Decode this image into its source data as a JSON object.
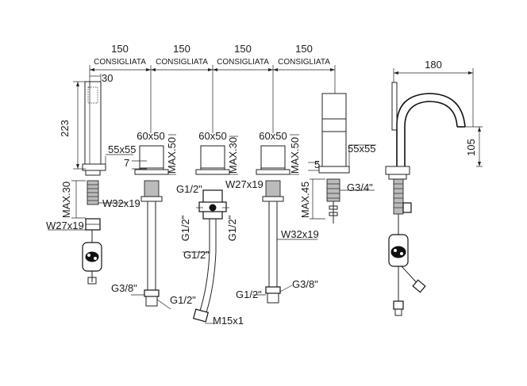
{
  "top_dims": [
    {
      "value": "150",
      "note": "CONSIGLIATA"
    },
    {
      "value": "150",
      "note": "CONSIGLIATA"
    },
    {
      "value": "150",
      "note": "CONSIGLIATA"
    },
    {
      "value": "150",
      "note": "CONSIGLIATA"
    }
  ],
  "spout": {
    "width": "180",
    "height": "105"
  },
  "handshower": {
    "diameter": "30",
    "height": "223",
    "plate": "55x55",
    "offset": "7",
    "max": "MAX.30",
    "thread_main": "W32x19",
    "thread_nut": "W27x19",
    "hose_end": "G3/8\""
  },
  "valves": {
    "left": {
      "plate": "60x50",
      "max": "MAX.50",
      "inlet": "G1/2\""
    },
    "middle": {
      "plate": "60x50",
      "max": "MAX.30",
      "thread": "W27x19",
      "thread_top": "G1/2\"",
      "side_left": "G1/2\"",
      "side_right": "G1/2\"",
      "below": "G1/2\"",
      "hose_end": "M15x1"
    },
    "right": {
      "plate": "60x50",
      "max": "MAX.50",
      "thread": "W32x19",
      "inlet": "G1/2\"",
      "hose_end": "G3/8\""
    }
  },
  "diverter": {
    "plate": "55x55",
    "offset": "5",
    "max": "MAX.45",
    "thread": "G3/4\""
  }
}
